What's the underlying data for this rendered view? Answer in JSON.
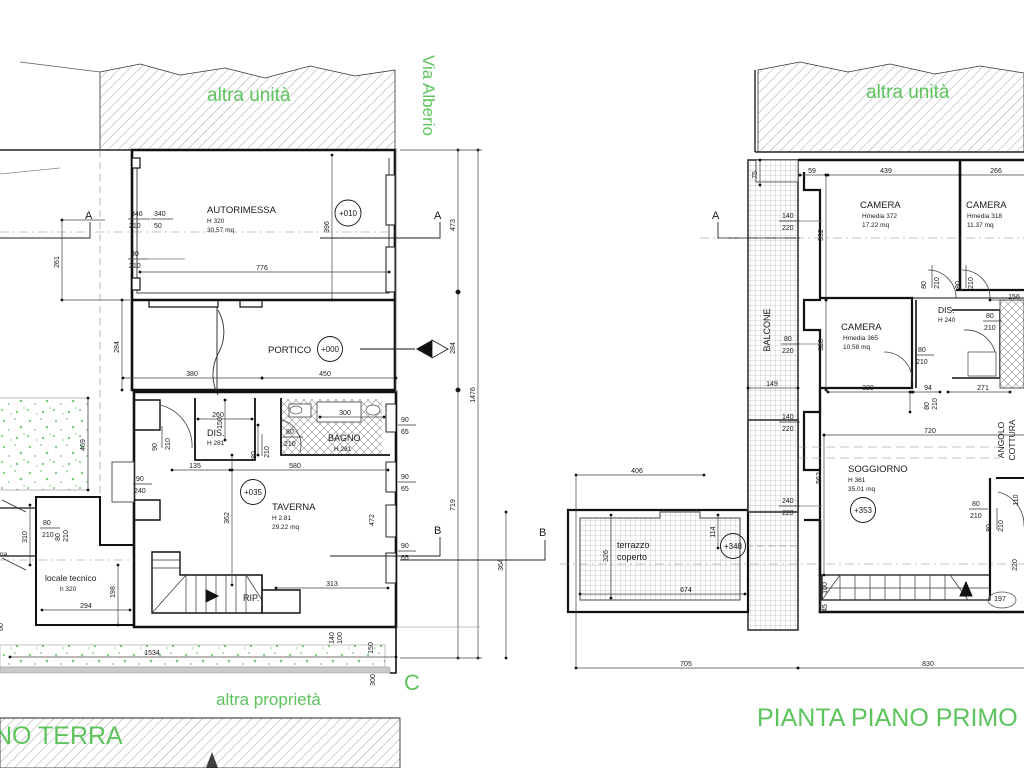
{
  "document": {
    "type": "architectural-floor-plan",
    "language": "it",
    "titles": {
      "ground_floor": "PIANTA PIANO TERRA",
      "ground_floor_visible": "NO TERRA",
      "first_floor": "PIANTA PIANO PRIMO",
      "first_floor_visible": "PIANTA PIANO PRIMO"
    }
  },
  "annotations": {
    "street": "Via Alberio",
    "other_unit_left": "altra unità",
    "other_unit_right": "altra unità",
    "other_property": "altra proprietà",
    "section_a_left_1": "A",
    "section_a_left_2": "A",
    "section_b_left_1": "B",
    "section_b_left_2": "B",
    "section_c_left": "C",
    "section_a_right": "A"
  },
  "ground_floor": {
    "rooms": [
      {
        "name": "AUTORIMESSA",
        "height": "H 320",
        "area": "30.57 mq",
        "level": "+010"
      },
      {
        "name": "PORTICO",
        "height": "",
        "area": "",
        "level": "+000"
      },
      {
        "name": "DIS.",
        "height": "H 281",
        "area": "",
        "level": ""
      },
      {
        "name": "BAGNO",
        "height": "H 281",
        "area": "",
        "level": ""
      },
      {
        "name": "TAVERNA",
        "height": "H 2.81",
        "area": "29.22 mq",
        "level": "+035"
      },
      {
        "name": "RIP.",
        "height": "",
        "area": "",
        "level": ""
      },
      {
        "name": "locale tecnico",
        "height": "h 320",
        "area": "",
        "level": ""
      }
    ],
    "dimensions": {
      "horizontal": [
        "776",
        "380",
        "450",
        "260",
        "300",
        "580",
        "135",
        "313",
        "294",
        "1534"
      ],
      "vertical": [
        "261",
        "473",
        "284",
        "1476",
        "719",
        "396",
        "469",
        "362",
        "198",
        "150",
        "310",
        "364"
      ],
      "openings": [
        "340/210",
        "340/50",
        "80/210",
        "90/210",
        "80/210",
        "90/65",
        "90/65",
        "90/65",
        "90/240",
        "140/100",
        "150",
        "300",
        "60"
      ]
    },
    "levels": [
      "+010",
      "+000",
      "+035"
    ]
  },
  "first_floor": {
    "rooms": [
      {
        "name": "CAMERA",
        "height": "Hmedia 372",
        "area": "17.22 mq",
        "level": ""
      },
      {
        "name": "CAMERA",
        "height": "Hmedia 318",
        "area": "11.37 mq",
        "level": ""
      },
      {
        "name": "CAMERA",
        "height": "Hmedia 365",
        "area": "10.58 mq",
        "level": ""
      },
      {
        "name": "DIS.",
        "height": "H 240",
        "area": "",
        "level": ""
      },
      {
        "name": "SOGGIORNO",
        "height": "H 361",
        "area": "35.01 mq",
        "level": "+353"
      },
      {
        "name": "BALCONE",
        "height": "",
        "area": "",
        "level": ""
      },
      {
        "name": "terrazzo coperto",
        "height": "",
        "area": "",
        "level": "+348"
      },
      {
        "name": "ANGOLO COTTURA",
        "height": "",
        "area": "",
        "level": ""
      }
    ],
    "dimensions": {
      "horizontal": [
        "439",
        "266",
        "59",
        "329",
        "94",
        "720",
        "406",
        "674",
        "705",
        "830",
        "149",
        "271",
        "156",
        "197"
      ],
      "vertical": [
        "75",
        "392",
        "328",
        "562",
        "114",
        "326",
        "100",
        "45"
      ],
      "openings": [
        "140/220",
        "80/220",
        "140/220",
        "80/210",
        "80/210",
        "80/210",
        "80/210",
        "240/220",
        "80/210",
        "80/210",
        "110",
        "220"
      ]
    },
    "levels": [
      "+353",
      "+348"
    ]
  },
  "colors": {
    "accent_green": "#5dc45d",
    "line": "#1a1a1a",
    "hatch": "#8a8a8a",
    "grass": "#8fce8f",
    "dim_line": "#555555"
  }
}
